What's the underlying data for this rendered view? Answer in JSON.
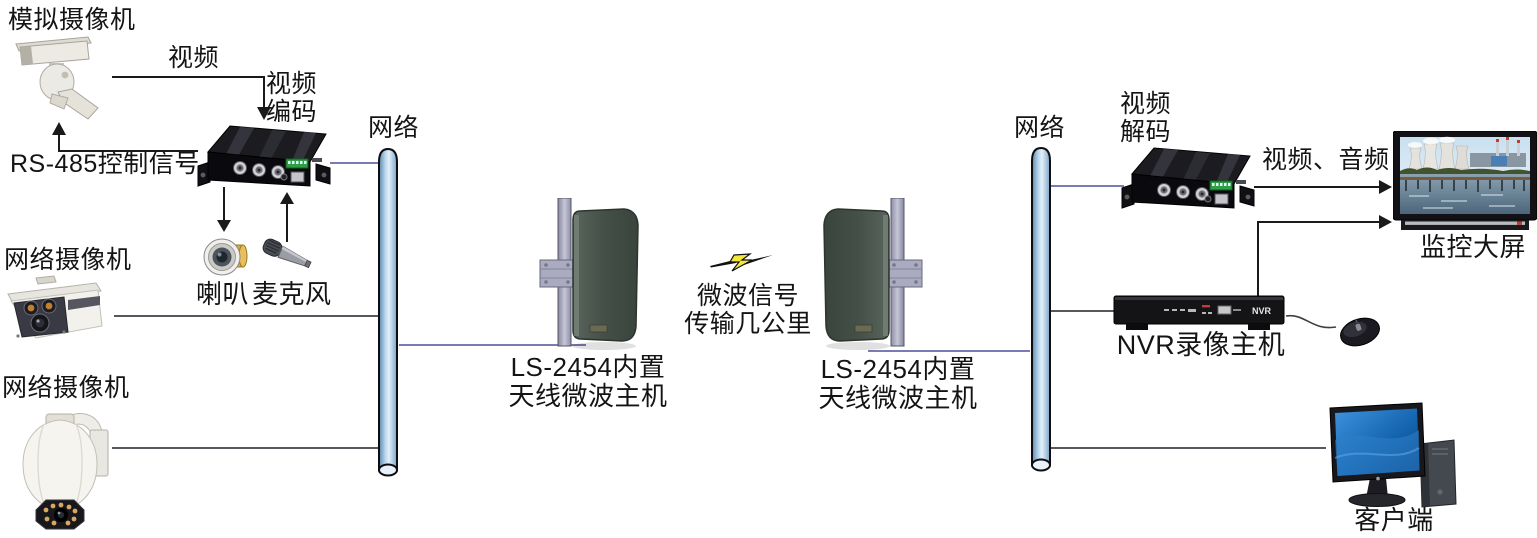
{
  "diagram_title": "LS-2454 wireless microwave video surveillance system diagram",
  "nodes": {
    "analog_camera": {
      "label": "模拟摄像机"
    },
    "video_link": {
      "label": "视频"
    },
    "encoder": {
      "label_line1": "视频",
      "label_line2": "编码"
    },
    "rs485_link": {
      "label": "RS-485控制信号"
    },
    "speaker": {
      "label": "喇叭"
    },
    "microphone": {
      "label": "麦克风"
    },
    "network_left": {
      "label": "网络"
    },
    "ip_camera_bullet": {
      "label": "网络摄像机"
    },
    "ip_camera_dome": {
      "label": "网络摄像机"
    },
    "antenna_left": {
      "label_line1": "LS-2454内置",
      "label_line2": "天线微波主机"
    },
    "microwave_link": {
      "label_line1": "微波信号",
      "label_line2": "传输几公里"
    },
    "antenna_right": {
      "label_line1": "LS-2454内置",
      "label_line2": "天线微波主机"
    },
    "network_right": {
      "label": "网络"
    },
    "decoder": {
      "label_line1": "视频",
      "label_line2": "解码"
    },
    "video_audio_link": {
      "label": "视频、音频"
    },
    "monitor_wall": {
      "label": "监控大屏"
    },
    "nvr": {
      "label": "NVR录像主机",
      "badge": "NVR"
    },
    "client": {
      "label": "客户端"
    }
  },
  "colors": {
    "network_line": "#7b7bb4",
    "signal_line": "#1a1a1a",
    "device_line": "#3f3f46",
    "pole_light": "#e3f0fa",
    "pole_dark": "#5d88ad",
    "antenna_panel": "#47534b",
    "lightning_yellow": "#f4e73a",
    "screen_blue": "#1565b0"
  }
}
